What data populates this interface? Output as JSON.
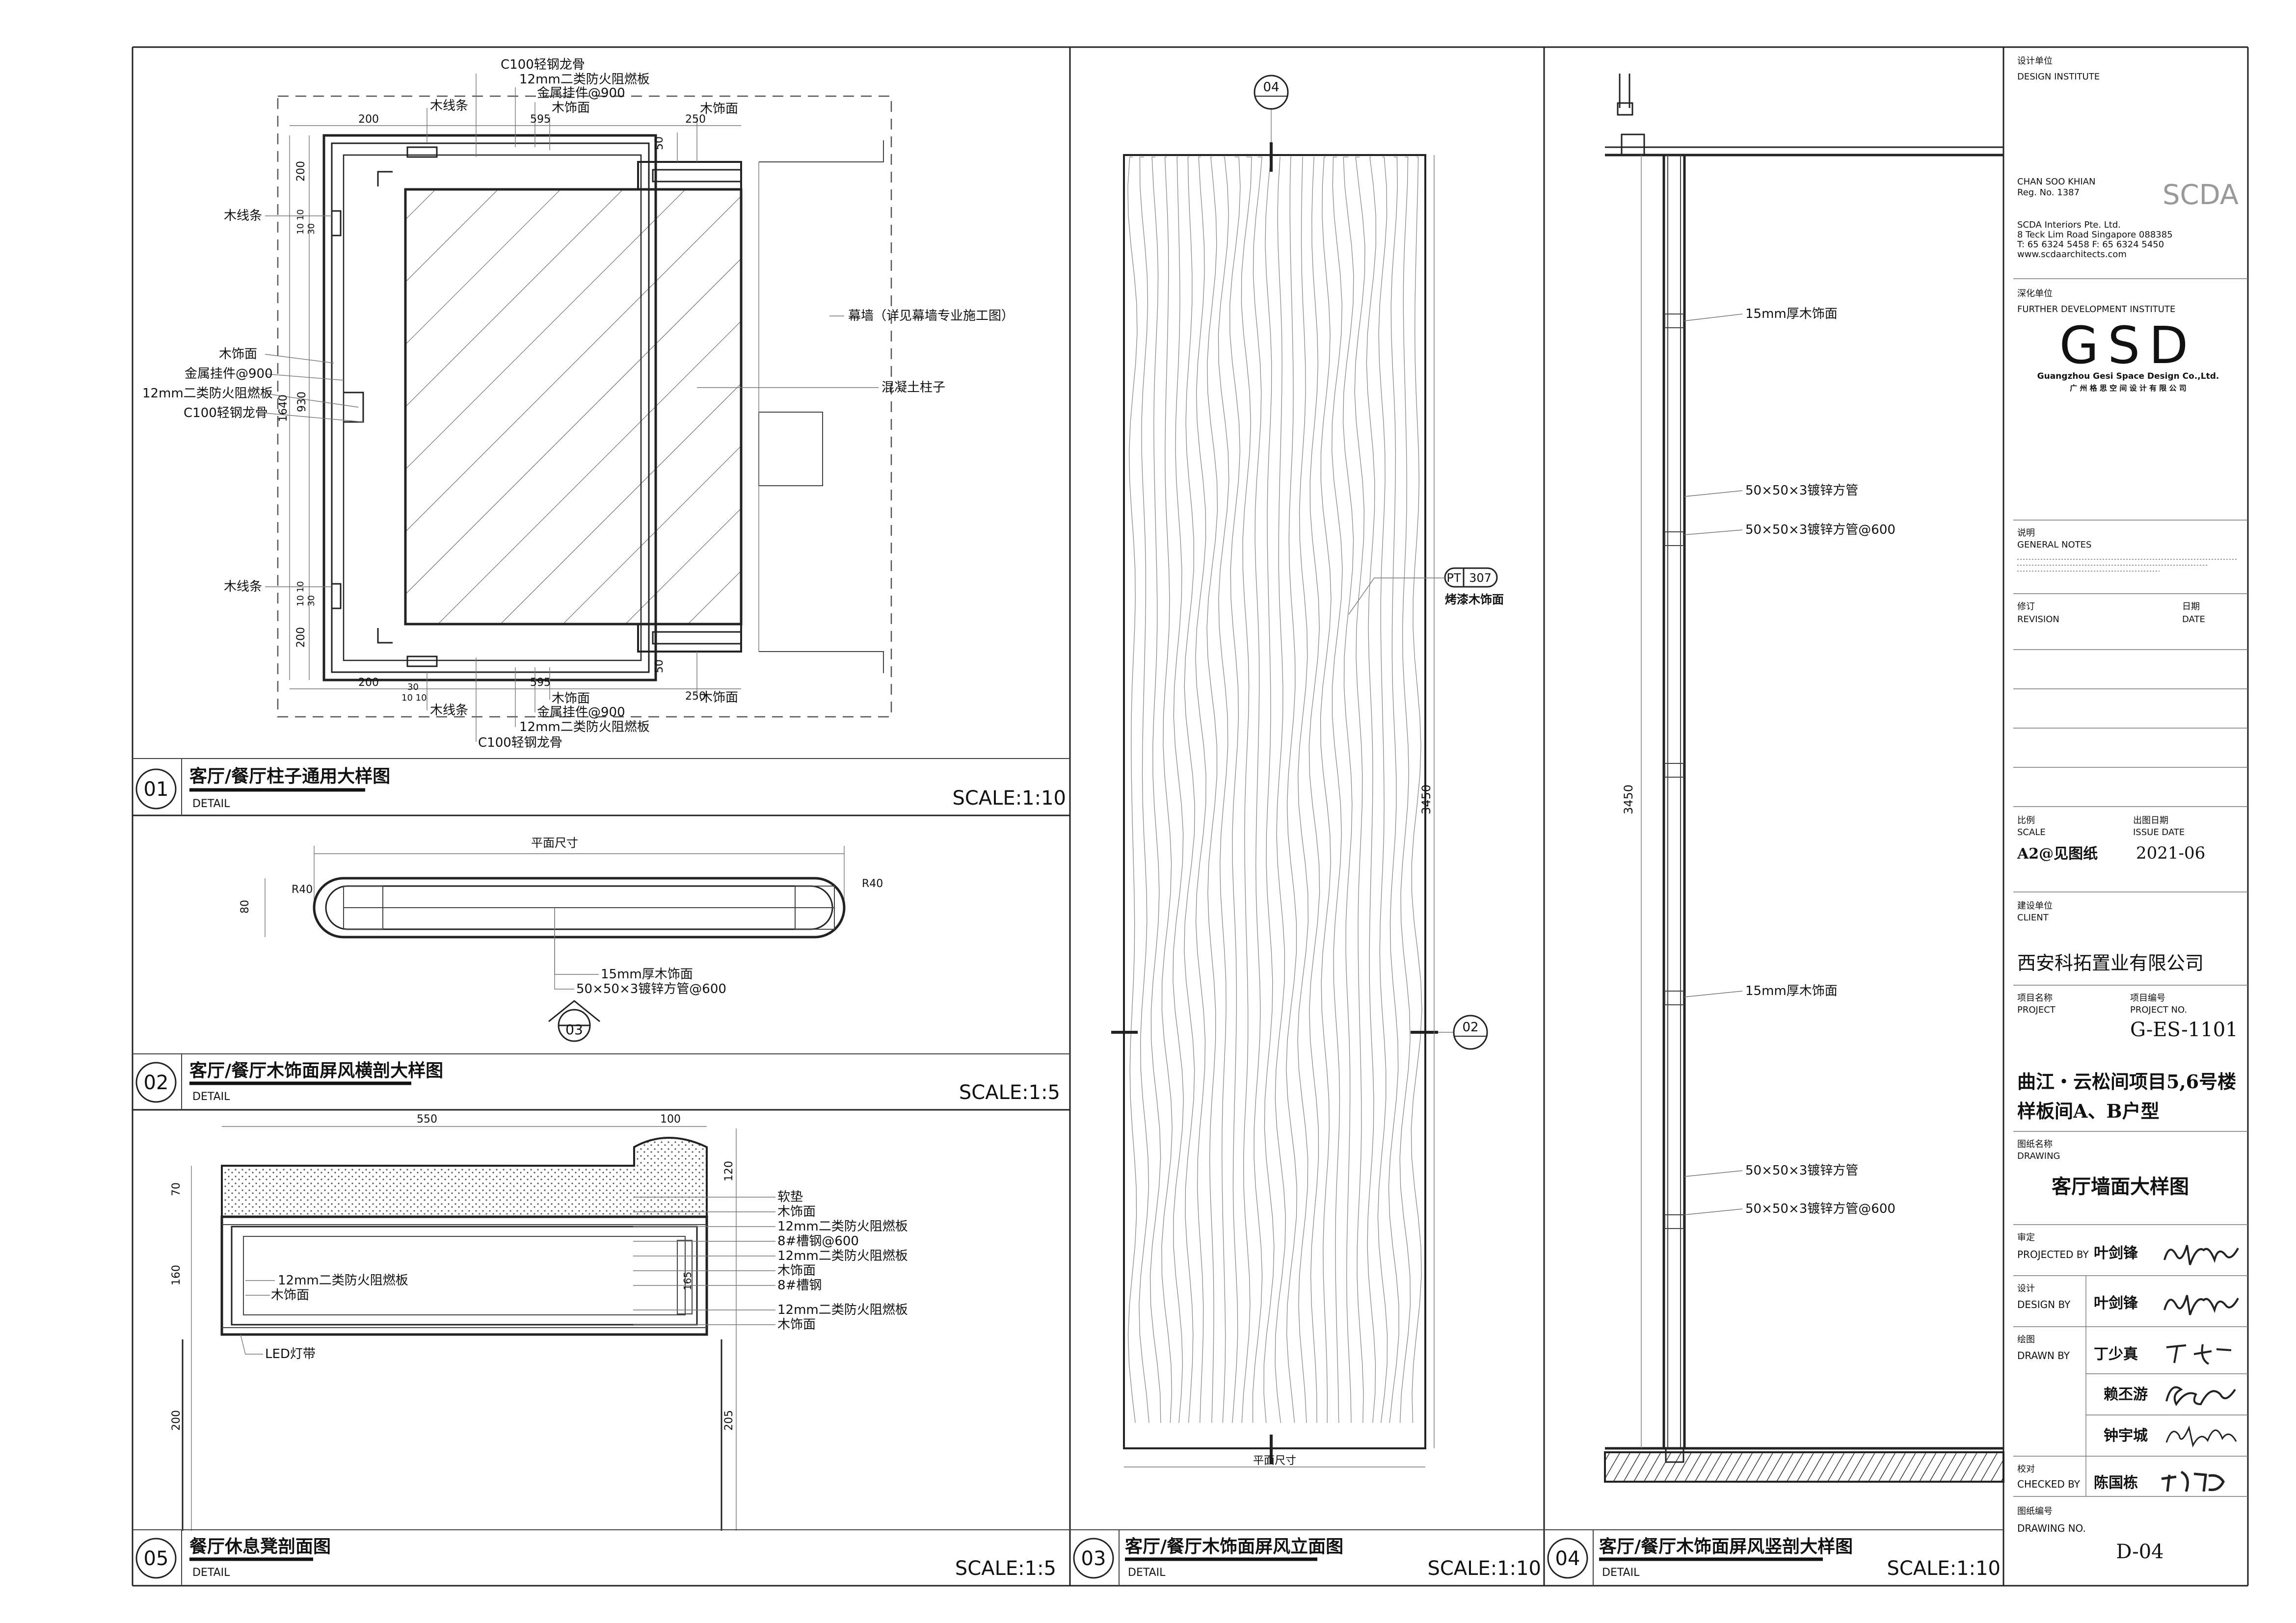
{
  "details": {
    "d01": {
      "number": "01",
      "title": "客厅/餐厅柱子通用大样图",
      "subtitle": "DETAIL",
      "scale": "SCALE:1:10",
      "labels": {
        "c100_top": "C100轻钢龙骨",
        "board_top": "12mm二类防火阻燃板",
        "hanger_top": "金属挂件@900",
        "wood_top": "木饰面",
        "strip_top": "木线条",
        "wood_top_right": "木饰面",
        "strip_left_upper": "木线条",
        "wood_left": "木饰面",
        "hanger_left": "金属挂件@900",
        "board_left": "12mm二类防火阻燃板",
        "c100_left": "C100轻钢龙骨",
        "strip_left_lower": "木线条",
        "curtain_wall": "幕墙（详见幕墙专业施工图）",
        "concrete": "混凝土柱子",
        "wood_bottom": "木饰面",
        "hanger_bottom": "金属挂件@900",
        "board_bottom": "12mm二类防火阻燃板",
        "c100_bottom": "C100轻钢龙骨",
        "strip_bottom": "木线条",
        "wood_bottom_right": "木饰面"
      },
      "dims": {
        "t200": "200",
        "t595": "595",
        "t250": "250",
        "t50": "50",
        "l200a": "200",
        "l1010a": "10 10",
        "l30a": "30",
        "l1640": "1640",
        "l930": "930",
        "l1010b": "10 10",
        "l30b": "30",
        "l200b": "200",
        "b200": "200",
        "b595": "595",
        "b250": "250",
        "b50": "50",
        "b1010": "10 10",
        "b30": "30"
      }
    },
    "d02": {
      "number": "02",
      "title": "客厅/餐厅木饰面屏风横剖大样图",
      "subtitle": "DETAIL",
      "scale": "SCALE:1:5",
      "labels": {
        "plan_size": "平面尺寸",
        "r40_left": "R40",
        "r40_right": "R40",
        "h80": "80",
        "wood": "15mm厚木饰面",
        "tube": "50×50×3镀锌方管@600",
        "ref": "03"
      }
    },
    "d05": {
      "number": "05",
      "title": "餐厅休息凳剖面图",
      "subtitle": "DETAIL",
      "scale": "SCALE:1:5",
      "labels": {
        "w550": "550",
        "w100": "100",
        "h70": "70",
        "h160": "160",
        "h200": "200",
        "r120": "120",
        "r165": "165",
        "r205": "205",
        "cushion": "软垫",
        "wood1": "木饰面",
        "board1": "12mm二类防火阻燃板",
        "channel1": "8#槽钢@600",
        "board2": "12mm二类防火阻燃板",
        "wood2": "木饰面",
        "channel2": "8#槽钢",
        "board3": "12mm二类防火阻燃板",
        "wood3": "木饰面",
        "board_inner": "12mm二类防火阻燃板",
        "wood_inner": "木饰面",
        "led": "LED灯带"
      }
    },
    "d03": {
      "number": "03",
      "title": "客厅/餐厅木饰面屏风立面图",
      "subtitle": "DETAIL",
      "scale": "SCALE:1:10",
      "labels": {
        "ref_top": "04",
        "ref_right": "02",
        "tag_code": "PT",
        "tag_num": "307",
        "finish": "烤漆木饰面",
        "height": "3450",
        "plan_size": "平面尺寸"
      }
    },
    "d04": {
      "number": "04",
      "title": "客厅/餐厅木饰面屏风竖剖大样图",
      "subtitle": "DETAIL",
      "scale": "SCALE:1:10",
      "labels": {
        "wood_upper": "15mm厚木饰面",
        "tube_a": "50×50×3镀锌方管",
        "tube_b": "50×50×3镀锌方管@600",
        "wood_lower": "15mm厚木饰面",
        "tube_c": "50×50×3镀锌方管",
        "tube_d": "50×50×3镀锌方管@600",
        "height": "3450"
      }
    }
  },
  "title_block": {
    "design_institute_cn": "设计单位",
    "design_institute_en": "DESIGN INSTITUTE",
    "architect_name": "CHAN SOO KHIAN",
    "reg_no": "Reg. No. 1387",
    "scda_logo": "SCDA",
    "scda_company": "SCDA Interiors Pte. Ltd.",
    "scda_address": "8 Teck Lim Road Singapore 088385",
    "scda_phone": "T: 65 6324 5458    F: 65 6324 5450",
    "scda_web": "www.scdaarchitects.com",
    "further_cn": "深化单位",
    "further_en": "FURTHER DEVELOPMENT INSTITUTE",
    "gsd_logo": "GSD",
    "gsd_en": "Guangzhou  Gesi Space Design Co.,Ltd.",
    "gsd_cn": "广 州 格 思 空 间 设 计 有 限 公 司",
    "notes_cn": "说明",
    "notes_en": "GENERAL NOTES",
    "revision_cn": "修订",
    "revision_en": "REVISION",
    "date_cn": "日期",
    "date_en": "DATE",
    "scale_cn": "比例",
    "scale_en": "SCALE",
    "scale_value": "A2@见图纸",
    "issue_cn": "出图日期",
    "issue_en": "ISSUE DATE",
    "issue_value": "2021-06",
    "client_cn": "建设单位",
    "client_en": "CLIENT",
    "client_value": "西安科拓置业有限公司",
    "project_cn": "项目名称",
    "project_en": "PROJECT",
    "project_no_cn": "项目编号",
    "project_no_en": "PROJECT NO.",
    "project_no_value": "G-ES-1101",
    "project_line1": "曲江・云松间项目5,6号楼",
    "project_line2": "样板间A、B户型",
    "drawing_cn": "图纸名称",
    "drawing_en": "DRAWING",
    "drawing_value": "客厅墙面大样图",
    "projected_cn": "审定",
    "projected_en": "PROJECTED BY",
    "projected_name": "叶剑锋",
    "design_cn": "设计",
    "design_en": "DESIGN BY",
    "design_name": "叶剑锋",
    "drawn_cn": "绘图",
    "drawn_en": "DRAWN BY",
    "drawn_name": "丁少真",
    "extra_name1": "赖丕游",
    "extra_name2": "钟宇城",
    "checked_cn": "校对",
    "checked_en": "CHECKED BY",
    "checked_name": "陈国栋",
    "drawing_no_cn": "图纸编号",
    "drawing_no_en": "DRAWING NO.",
    "drawing_no_value": "D-04"
  }
}
